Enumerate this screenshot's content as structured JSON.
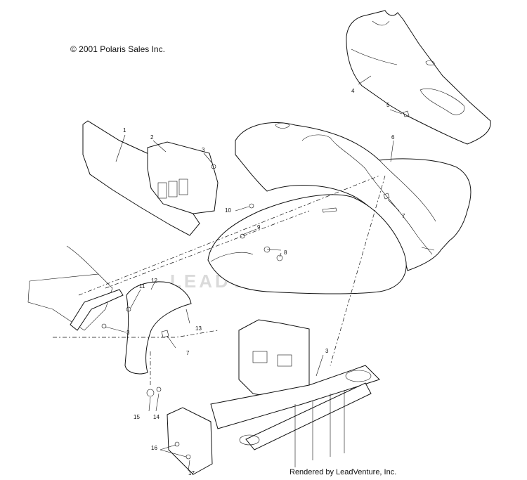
{
  "copyright": "© 2001 Polaris Sales Inc.",
  "rendered_by": "Rendered by LeadVenture, Inc.",
  "watermark": "LEADVENTURE",
  "callouts": [
    "1",
    "2",
    "3",
    "4",
    "5",
    "6",
    "7",
    "8",
    "9",
    "10",
    "11",
    "12",
    "13",
    "14",
    "15",
    "16",
    "17"
  ]
}
